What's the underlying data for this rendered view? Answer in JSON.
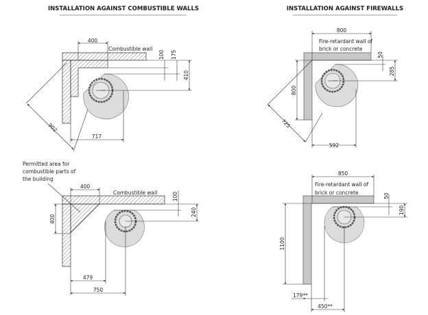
{
  "panels": {
    "combustible_title": "INSTALLATION AGAINST COMBUSTIBLE WALLS",
    "firewall_title": "INSTALLATION AGAINST FIREWALLS"
  },
  "top_left": {
    "wall_label": "Combustible wall",
    "dims": {
      "top": "400",
      "d100": "100",
      "d175": "175",
      "d410": "410",
      "diag": "902",
      "bottom": "717"
    }
  },
  "top_right": {
    "wall_label_1": "Fire-retardant wall of",
    "wall_label_2": "brick or concrete",
    "dims": {
      "top": "800",
      "d50": "50",
      "d285": "285",
      "left": "800",
      "diag": "725",
      "bottom": "592"
    }
  },
  "bottom_left": {
    "note_1": "Permitted area for",
    "note_2": "combustible parts of",
    "note_3": "the building",
    "wall_label": "Combustible wall",
    "dims": {
      "top": "400",
      "left": "400",
      "d100": "100",
      "d240": "240",
      "d479": "479",
      "d750": "750"
    }
  },
  "bottom_right": {
    "wall_label_1": "Fire-retardant wall of",
    "wall_label_2": "brick or concrete",
    "dims": {
      "top": "850",
      "d50": "50",
      "d190": "190",
      "left": "1100",
      "d179": "179**",
      "d450": "450**"
    }
  }
}
